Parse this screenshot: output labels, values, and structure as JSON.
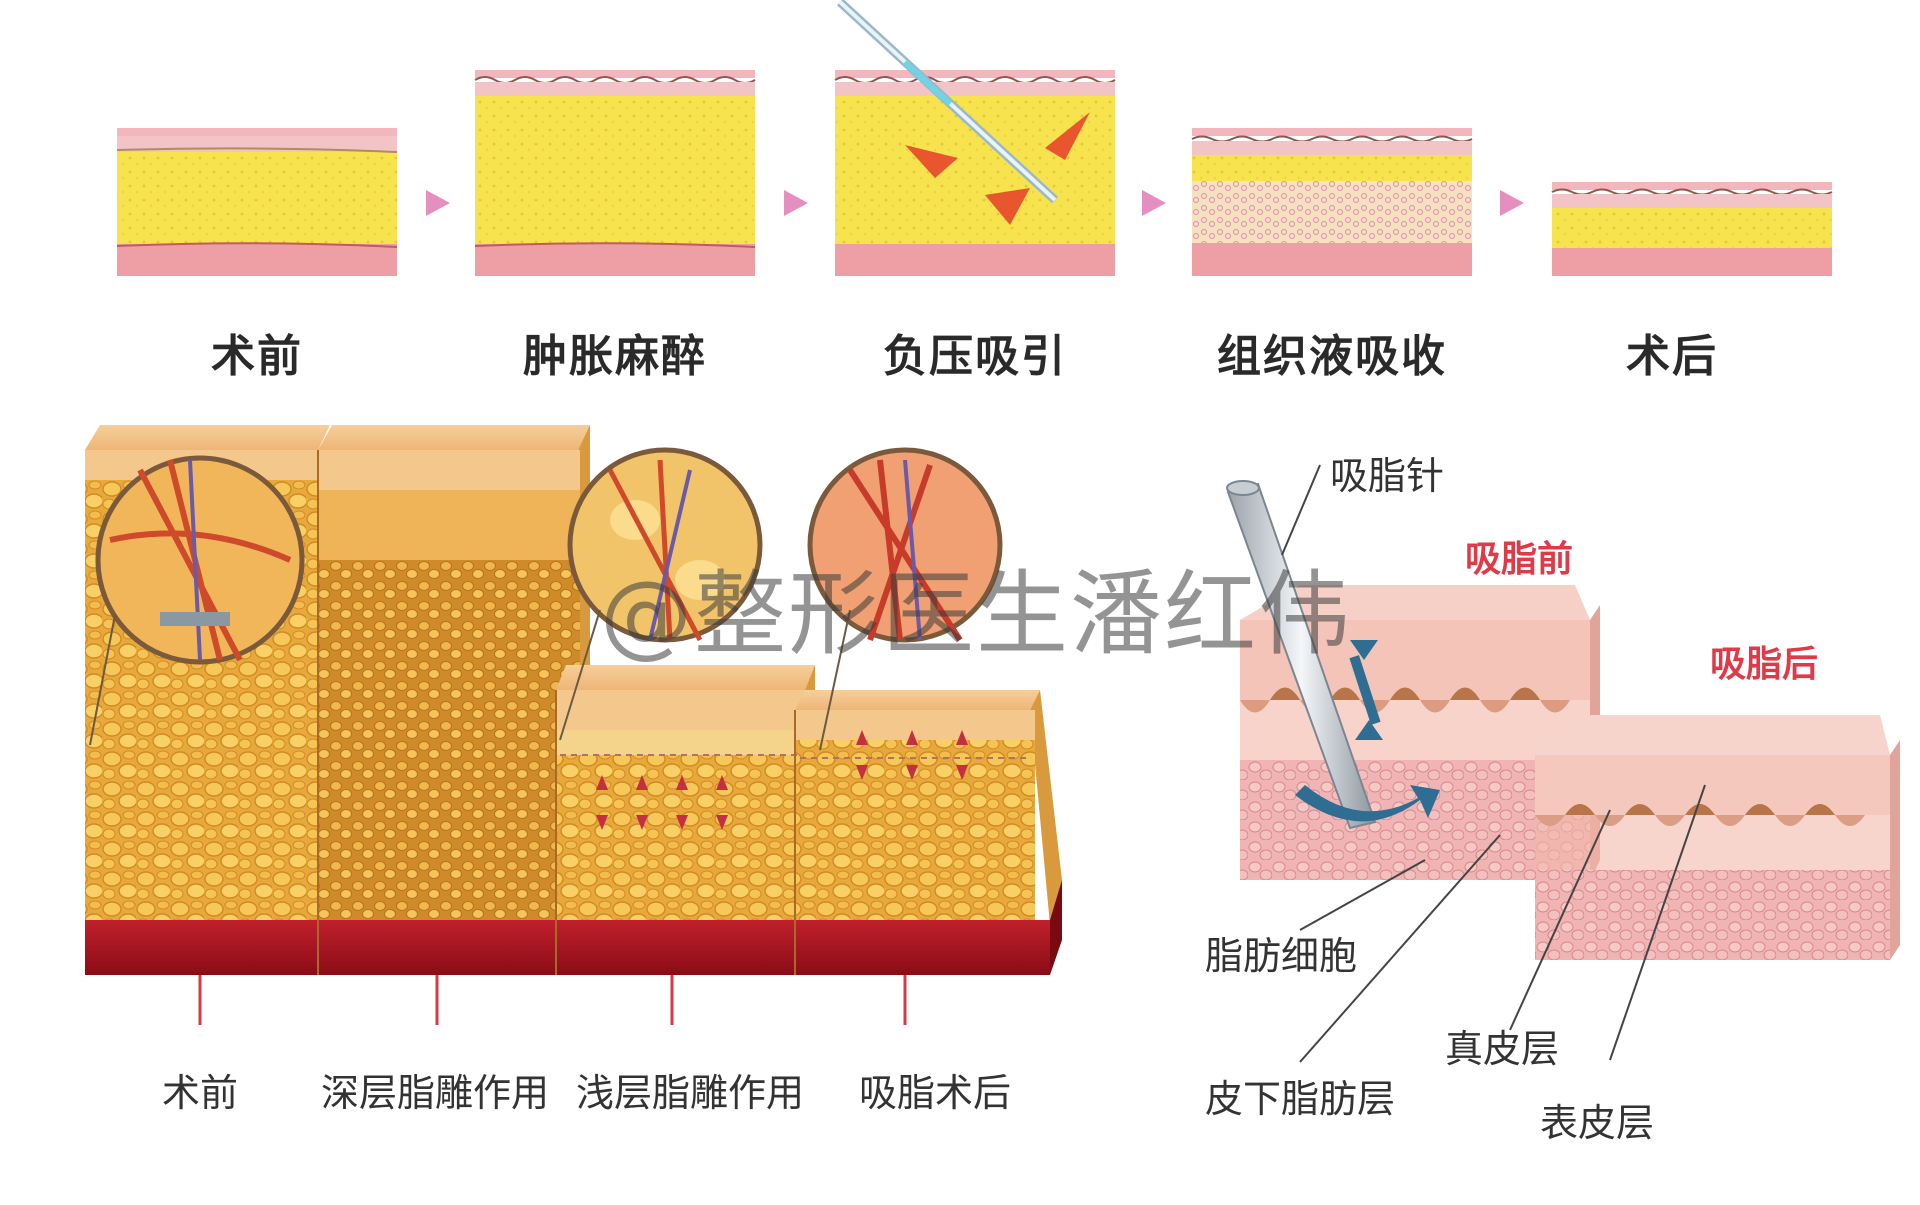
{
  "steps": [
    "术前",
    "肿胀麻醉",
    "负压吸引",
    "组织液吸收",
    "术后"
  ],
  "block_labels": [
    "术前",
    "深层脂雕作用",
    "浅层脂雕作用",
    "吸脂术后"
  ],
  "right_panel": {
    "needle": "吸脂针",
    "before": "吸脂前",
    "after": "吸脂后",
    "fat_cell": "脂肪细胞",
    "subcutaneous": "皮下脂肪层",
    "dermis": "真皮层",
    "epidermis": "表皮层"
  },
  "watermark": "@整形医生潘红伟",
  "colors": {
    "fat": "#f5e04a",
    "skin": "#f2b8bc",
    "muscle": "#a8121e",
    "accent_red": "#e03a48",
    "arrow_pink": "#e58fc0"
  }
}
